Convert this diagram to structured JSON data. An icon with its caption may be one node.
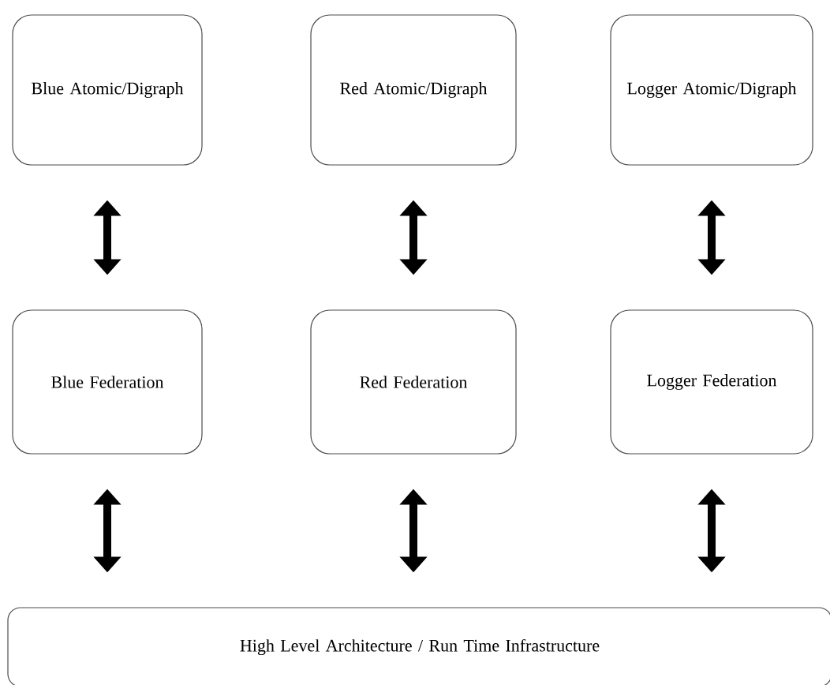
{
  "diagram": {
    "nodes": [
      {
        "text": [
          "Blue Atomic/Digraph"
        ]
      },
      {
        "text": [
          "Red Atomic/Digraph"
        ]
      },
      {
        "text": [
          "Logger Atomic/Digraph"
        ]
      },
      {
        "text": [
          "Blue Federation"
        ]
      },
      {
        "text": [
          "Red Federation"
        ]
      },
      {
        "text": [
          "Logger Federation"
        ]
      },
      {
        "text": [
          "High Level Architecture / Run Time Infrastructure"
        ]
      }
    ],
    "edges": [
      {
        "from": 0,
        "to": 3,
        "arrow": "both"
      },
      {
        "from": 1,
        "to": 4,
        "arrow": "both"
      },
      {
        "from": 2,
        "to": 5,
        "arrow": "both"
      },
      {
        "from": 3,
        "to": 6,
        "arrow": "both"
      },
      {
        "from": 4,
        "to": 6,
        "arrow": "both"
      },
      {
        "from": 5,
        "to": 6,
        "arrow": "both"
      }
    ]
  }
}
